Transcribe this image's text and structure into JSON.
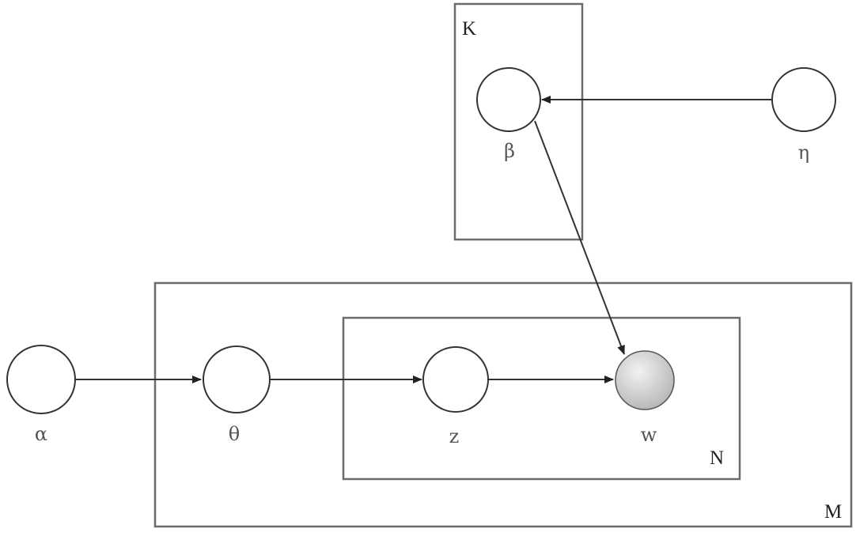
{
  "diagram": {
    "nodes": [
      {
        "id": "alpha",
        "label": "α",
        "observed": false
      },
      {
        "id": "theta",
        "label": "θ",
        "observed": false
      },
      {
        "id": "z",
        "label": "z",
        "observed": false
      },
      {
        "id": "w",
        "label": "w",
        "observed": true
      },
      {
        "id": "beta",
        "label": "β",
        "observed": false
      },
      {
        "id": "eta",
        "label": "η",
        "observed": false
      }
    ],
    "edges": [
      {
        "from": "alpha",
        "to": "theta"
      },
      {
        "from": "theta",
        "to": "z"
      },
      {
        "from": "z",
        "to": "w"
      },
      {
        "from": "beta",
        "to": "w"
      },
      {
        "from": "eta",
        "to": "beta"
      }
    ],
    "plates": [
      {
        "id": "K",
        "label": "K",
        "contains": [
          "beta"
        ]
      },
      {
        "id": "M",
        "label": "M",
        "contains": [
          "theta",
          "z",
          "w"
        ]
      },
      {
        "id": "N",
        "label": "N",
        "contains": [
          "z",
          "w"
        ]
      }
    ],
    "colors": {
      "observed_fill_light": "#f2f2f2",
      "observed_fill_dark": "#b5b5b5",
      "stroke": "#333333"
    }
  }
}
